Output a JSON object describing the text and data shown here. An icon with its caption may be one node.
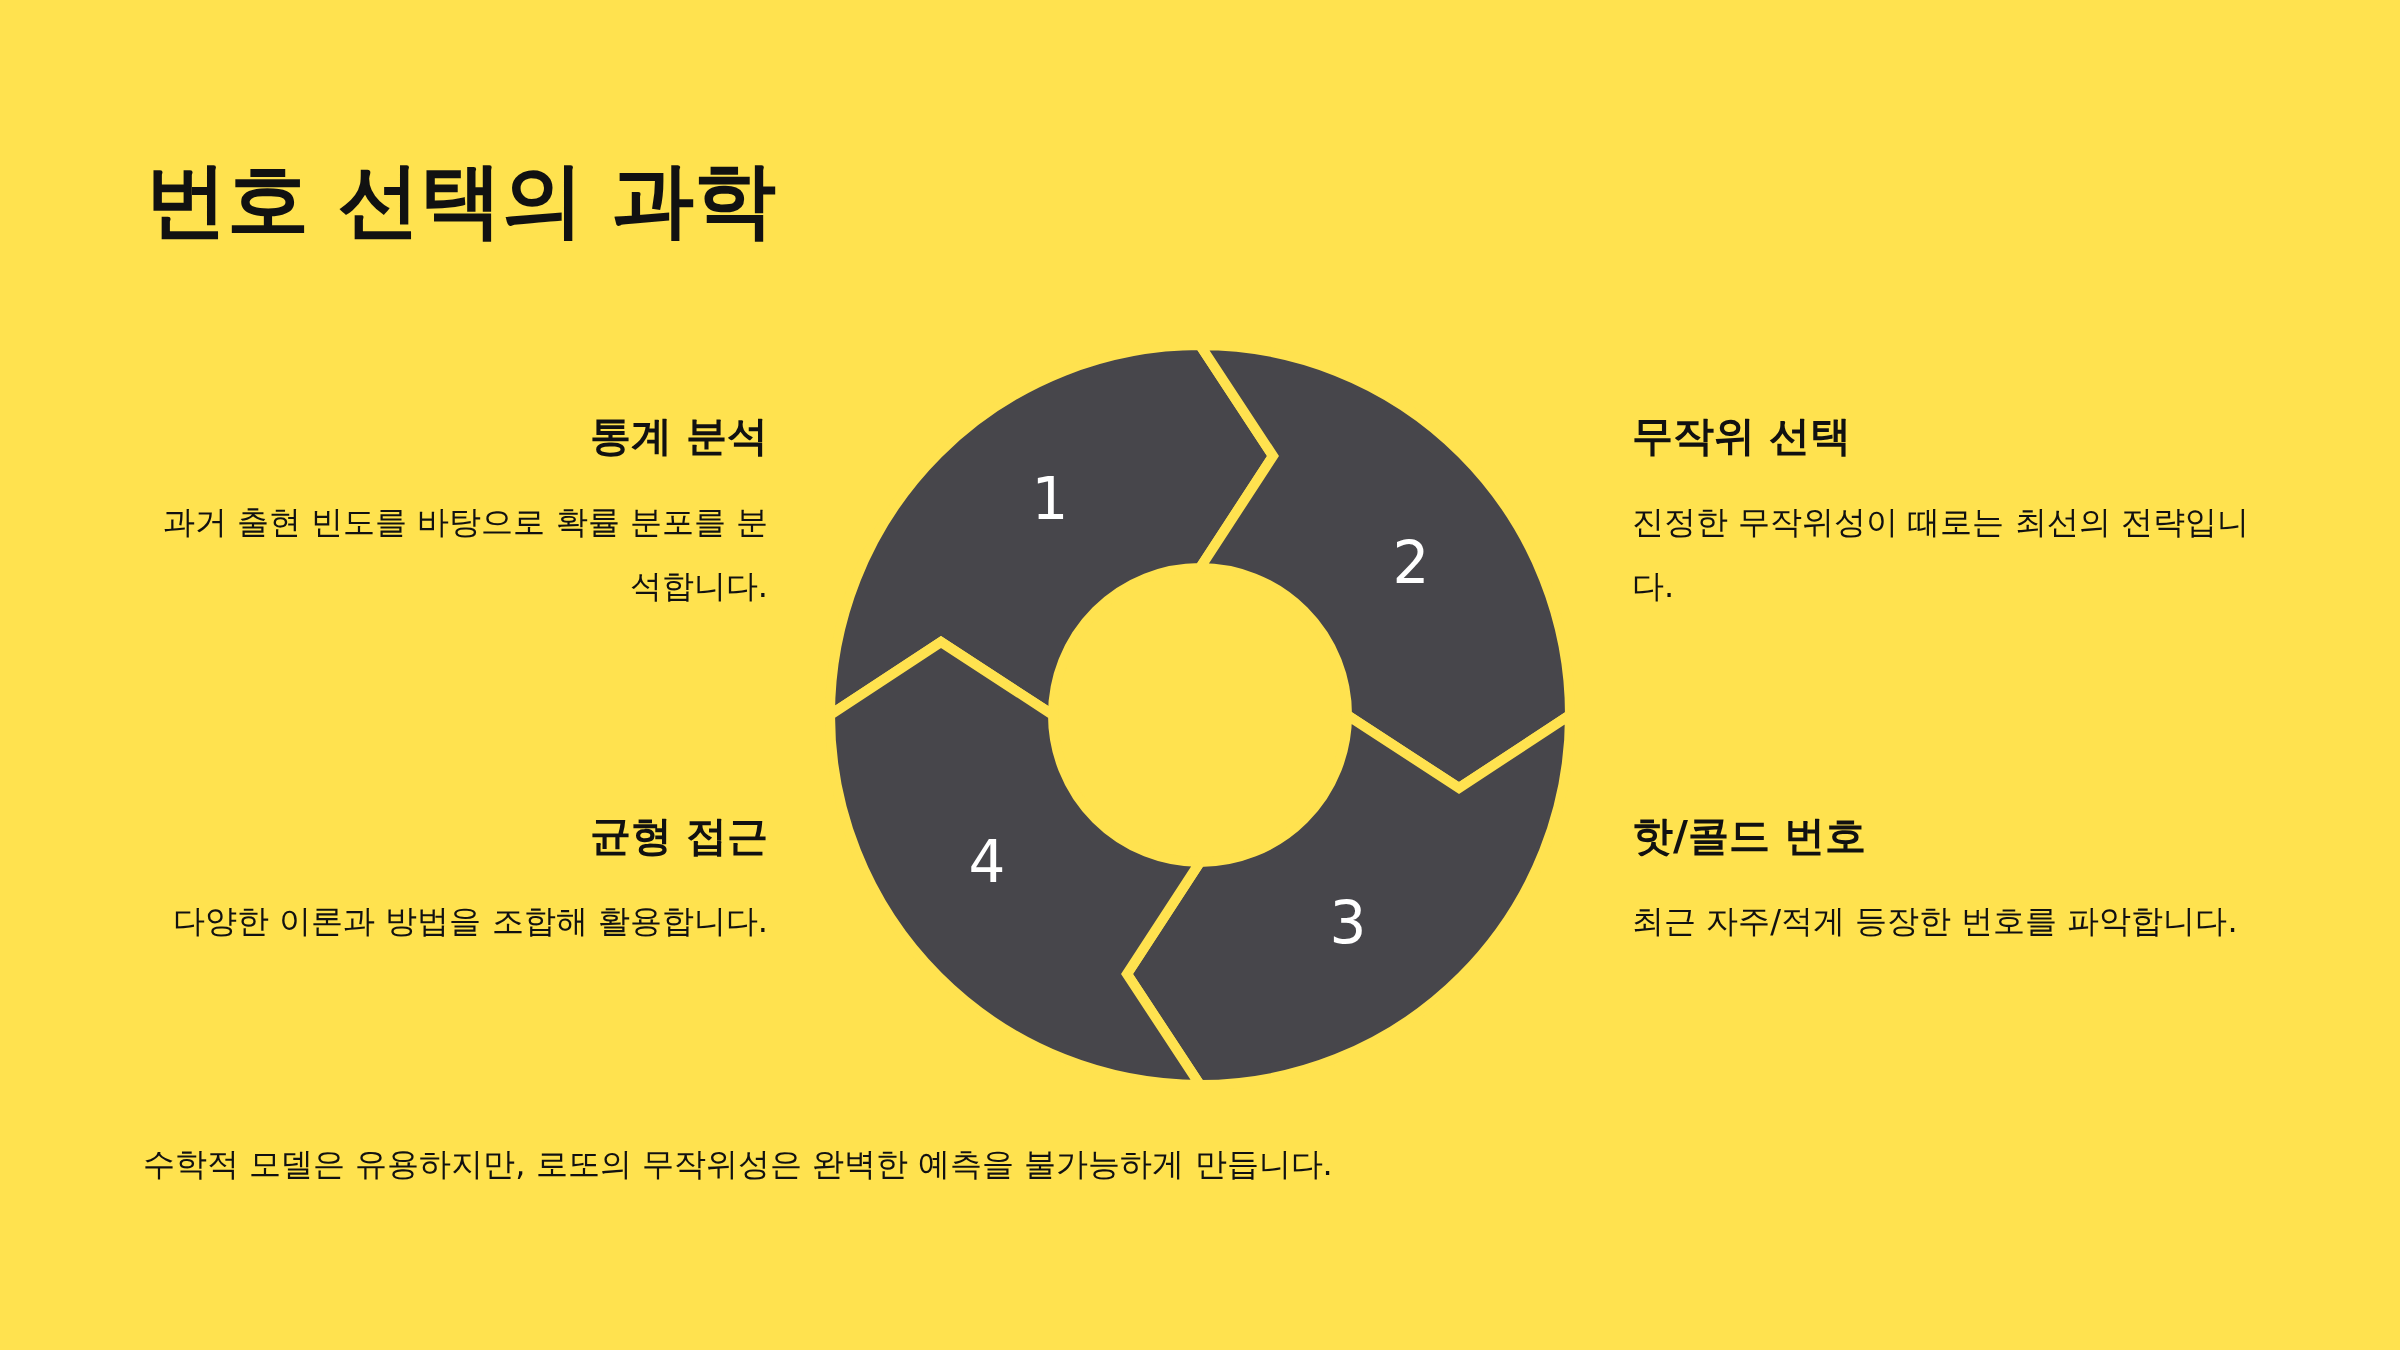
{
  "diagram": {
    "title": "번호 선택의 과학",
    "nodes": [
      {
        "text": [
          "1"
        ],
        "beside": [
          "통계 분석",
          "과거 출현 빈도를 바탕으로 확률 분포를 분석합니다."
        ]
      },
      {
        "text": [
          "2"
        ],
        "beside": [
          "무작위 선택",
          "진정한 무작위성이 때로는 최선의 전략입니다."
        ]
      },
      {
        "text": [
          "3"
        ],
        "beside": [
          "핫/콜드 번호",
          "최근 자주/적게 등장한 번호를 파악합니다."
        ]
      },
      {
        "text": [
          "4"
        ],
        "beside": [
          "균형 접근",
          "다양한 이론과 방법을 조합해 활용합니다."
        ]
      }
    ],
    "edges": [],
    "caption": "수학적 모델은 유용하지만, 로또의 무작위성은 완벽한 예측을 불가능하게 만듭니다."
  }
}
